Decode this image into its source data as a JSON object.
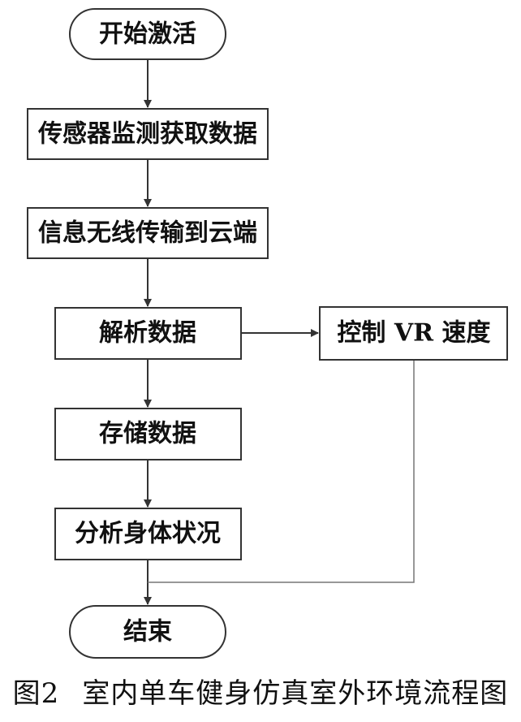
{
  "nodes": {
    "start": "开始激活",
    "sensor": "传感器监测获取数据",
    "transmit": "信息无线传输到云端",
    "parse": "解析数据",
    "control_vr": "控制 VR 速度",
    "store": "存储数据",
    "analyze": "分析身体状况",
    "end": "结束"
  },
  "caption": {
    "number": "图2",
    "title": "室内单车健身仿真室外环境流程图"
  }
}
